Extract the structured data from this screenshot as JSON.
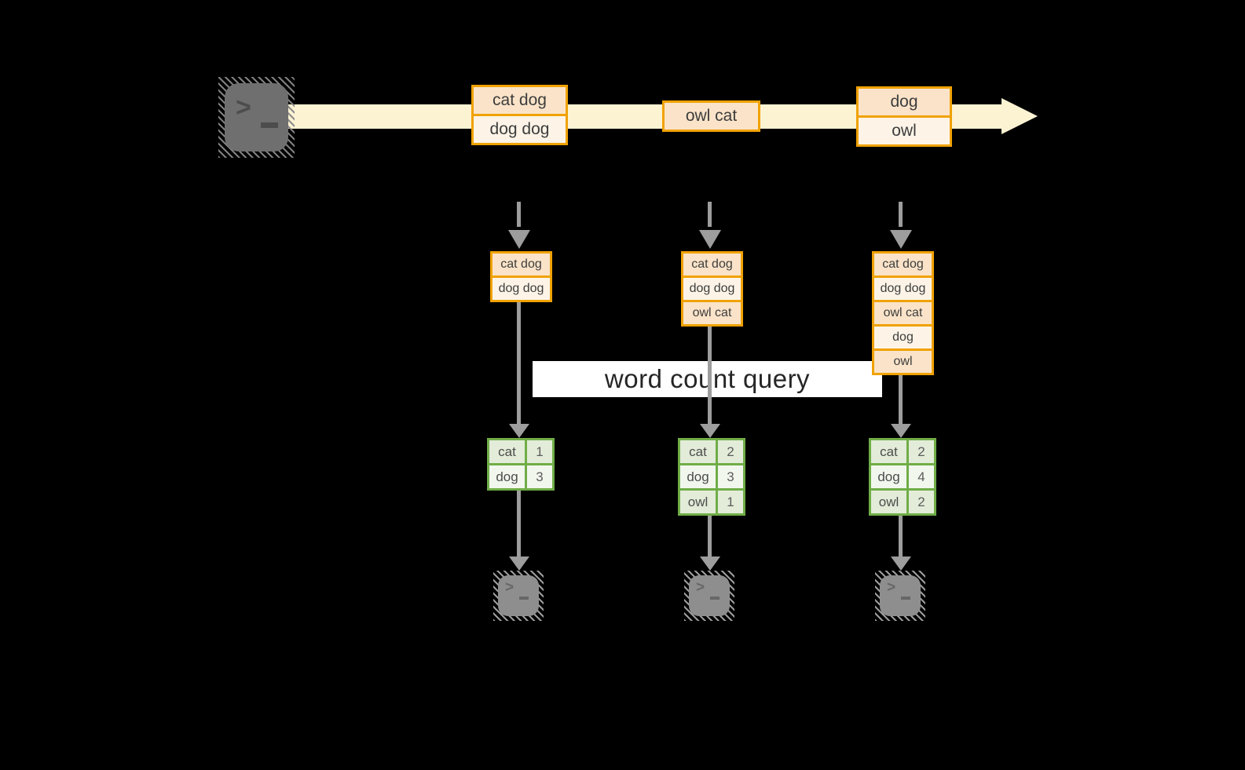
{
  "query": {
    "label": "word count query"
  },
  "stream": {
    "events": [
      {
        "cells": [
          "cat dog",
          "dog dog"
        ]
      },
      {
        "cells": [
          "owl cat"
        ]
      },
      {
        "cells": [
          "dog",
          "owl"
        ]
      }
    ]
  },
  "columns": [
    {
      "buffer": [
        "cat dog",
        "dog dog"
      ],
      "counts": [
        {
          "word": "cat",
          "count": "1"
        },
        {
          "word": "dog",
          "count": "3"
        }
      ]
    },
    {
      "buffer": [
        "cat dog",
        "dog dog",
        "owl cat"
      ],
      "counts": [
        {
          "word": "cat",
          "count": "2"
        },
        {
          "word": "dog",
          "count": "3"
        },
        {
          "word": "owl",
          "count": "1"
        }
      ]
    },
    {
      "buffer": [
        "cat dog",
        "dog dog",
        "owl cat",
        "dog",
        "owl"
      ],
      "counts": [
        {
          "word": "cat",
          "count": "2"
        },
        {
          "word": "dog",
          "count": "4"
        },
        {
          "word": "owl",
          "count": "2"
        }
      ]
    }
  ],
  "icons": {
    "source": "terminal-icon",
    "sinks": "terminal-icon",
    "prompt_glyph": ">"
  },
  "colors": {
    "background": "#000000",
    "stream_arrow": "#fcf3d3",
    "event_border": "#f0a202",
    "event_fill_dark": "#fae3c8",
    "event_fill_light": "#fdf4e7",
    "table_border": "#70ad47",
    "table_fill_dark": "#e2ecd8",
    "table_fill_light": "#f2f7ee",
    "arrow_gray": "#9d9d9d",
    "terminal_gray": "#6f6f6f",
    "query_band": "#ffffff"
  }
}
